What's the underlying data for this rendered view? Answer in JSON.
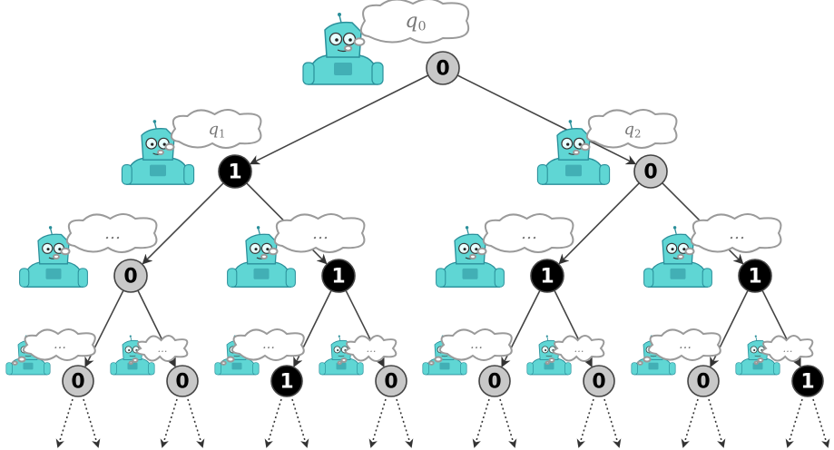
{
  "colors": {
    "node_zero_fill": "#c8c8c8",
    "node_one_fill": "#000000",
    "node_zero_text": "#000000",
    "node_one_text": "#ffffff",
    "robot_body": "#5fd6d4",
    "robot_dark": "#2a8f9a",
    "cloud_stroke": "#9a9a9a",
    "edge": "#444444"
  },
  "nodes": [
    {
      "id": "n0",
      "label": "0",
      "bit": 0,
      "level": 0
    },
    {
      "id": "n1",
      "label": "1",
      "bit": 1,
      "level": 1
    },
    {
      "id": "n2",
      "label": "0",
      "bit": 0,
      "level": 1
    },
    {
      "id": "n3",
      "label": "0",
      "bit": 0,
      "level": 2
    },
    {
      "id": "n4",
      "label": "1",
      "bit": 1,
      "level": 2
    },
    {
      "id": "n5",
      "label": "1",
      "bit": 1,
      "level": 2
    },
    {
      "id": "n6",
      "label": "1",
      "bit": 1,
      "level": 2
    },
    {
      "id": "n7",
      "label": "0",
      "bit": 0,
      "level": 3
    },
    {
      "id": "n8",
      "label": "0",
      "bit": 0,
      "level": 3
    },
    {
      "id": "n9",
      "label": "1",
      "bit": 1,
      "level": 3
    },
    {
      "id": "n10",
      "label": "0",
      "bit": 0,
      "level": 3
    },
    {
      "id": "n11",
      "label": "0",
      "bit": 0,
      "level": 3
    },
    {
      "id": "n12",
      "label": "0",
      "bit": 0,
      "level": 3
    },
    {
      "id": "n13",
      "label": "0",
      "bit": 0,
      "level": 3
    },
    {
      "id": "n14",
      "label": "1",
      "bit": 1,
      "level": 3
    }
  ],
  "edges": [
    [
      "n0",
      "n1"
    ],
    [
      "n0",
      "n2"
    ],
    [
      "n1",
      "n3"
    ],
    [
      "n1",
      "n4"
    ],
    [
      "n2",
      "n5"
    ],
    [
      "n2",
      "n6"
    ],
    [
      "n3",
      "n7"
    ],
    [
      "n3",
      "n8"
    ],
    [
      "n4",
      "n9"
    ],
    [
      "n4",
      "n10"
    ],
    [
      "n5",
      "n11"
    ],
    [
      "n5",
      "n12"
    ],
    [
      "n6",
      "n13"
    ],
    [
      "n6",
      "n14"
    ]
  ],
  "thoughts": [
    {
      "node": "n0",
      "symbol": "q",
      "sub": "0"
    },
    {
      "node": "n1",
      "symbol": "q",
      "sub": "1"
    },
    {
      "node": "n2",
      "symbol": "q",
      "sub": "2"
    },
    {
      "node": "n3",
      "symbol": "…",
      "sub": ""
    },
    {
      "node": "n4",
      "symbol": "…",
      "sub": ""
    },
    {
      "node": "n5",
      "symbol": "…",
      "sub": ""
    },
    {
      "node": "n6",
      "symbol": "…",
      "sub": ""
    },
    {
      "node": "n7",
      "symbol": "…",
      "sub": ""
    },
    {
      "node": "n8",
      "symbol": "…",
      "sub": ""
    },
    {
      "node": "n9",
      "symbol": "…",
      "sub": ""
    },
    {
      "node": "n10",
      "symbol": "…",
      "sub": ""
    },
    {
      "node": "n11",
      "symbol": "…",
      "sub": ""
    },
    {
      "node": "n12",
      "symbol": "…",
      "sub": ""
    },
    {
      "node": "n13",
      "symbol": "…",
      "sub": ""
    },
    {
      "node": "n14",
      "symbol": "…",
      "sub": ""
    }
  ],
  "icons": {
    "robot": "robot-icon",
    "thought": "thought-cloud-icon",
    "continuation": "dotted-arrow-icon"
  }
}
